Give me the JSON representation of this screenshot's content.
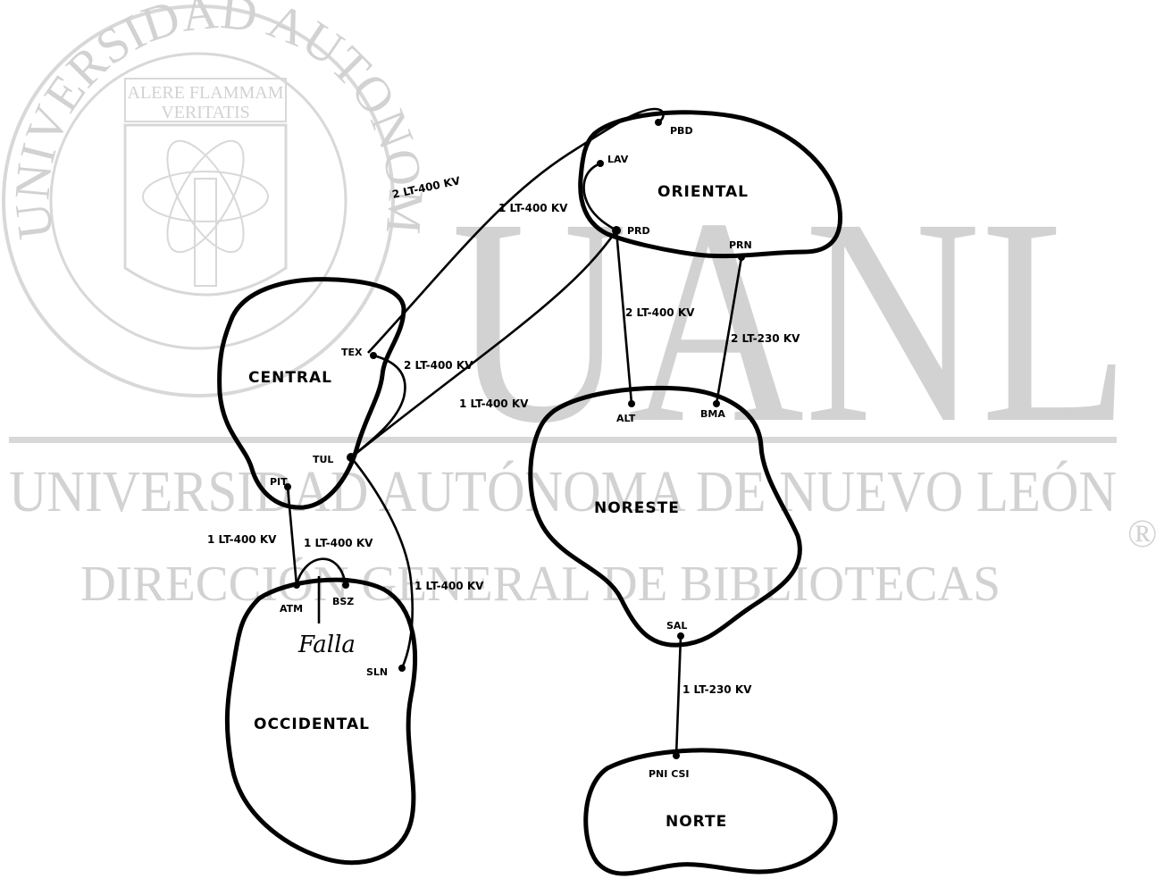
{
  "watermark": {
    "seal_ring_text": "UNIVERSIDAD AUTONOMA DE NUEVO LEON",
    "seal_motto_1": "ALERE FLAMMAM",
    "seal_motto_2": "VERITATIS",
    "big_letters": "UANL",
    "line1": "UNIVERSIDAD AUTÓNOMA DE NUEVO LEÓN",
    "line2": "DIRECCIÓN GENERAL DE BIBLIOTECAS",
    "registered": "®"
  },
  "regions": {
    "central": "CENTRAL",
    "oriental": "ORIENTAL",
    "occidental": "OCCIDENTAL",
    "noreste": "NORESTE",
    "norte": "NORTE"
  },
  "stations": {
    "pbd": "PBD",
    "lav": "LAV",
    "prd": "PRD",
    "pbn": "PRN",
    "tex": "TEX",
    "tul": "TUL",
    "pit": "PIT",
    "atm": "ATM",
    "bsz": "BSZ",
    "sln": "SLN",
    "alt": "ALT",
    "bma": "BMA",
    "sal": "SAL",
    "pnicsi": "PNI CSI"
  },
  "links": {
    "pbd_tex": "2 LT-400 KV",
    "lav_prd": "1 LT-400 KV",
    "prd_alt": "2 LT-400 KV",
    "prn_bma": "2 LT-230 KV",
    "tex_tul": "2 LT-400 KV",
    "prd_tul": "1 LT-400 KV",
    "pit_atm": "1 LT-400 KV",
    "atm_bsz": "1 LT-400 KV",
    "tul_sln": "1 LT-400 KV",
    "sal_pni": "1 LT-230 KV"
  },
  "annotation": {
    "fault": "Falla"
  }
}
